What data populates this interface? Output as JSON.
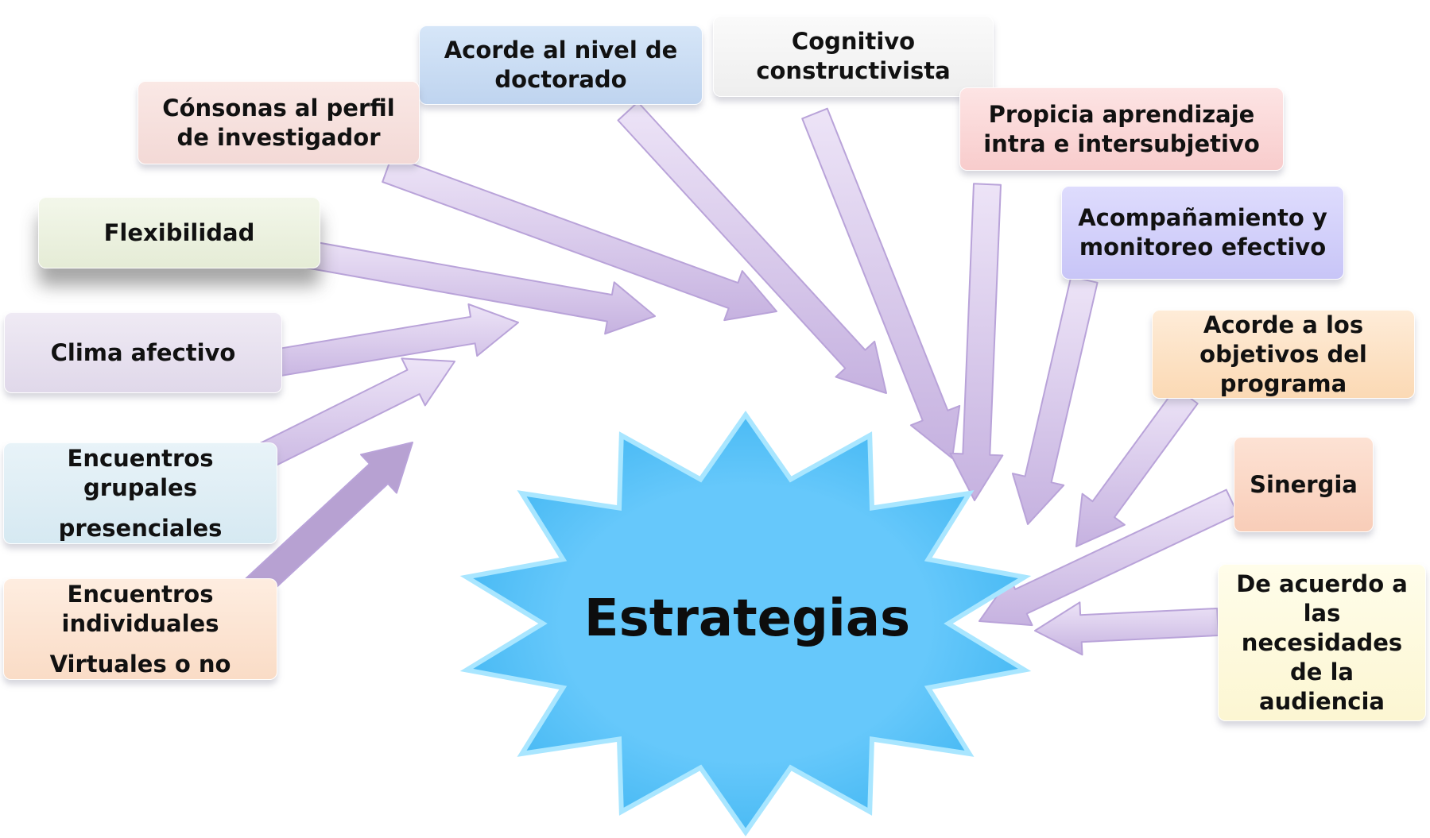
{
  "center": {
    "label": "Estrategias"
  },
  "nodes": [
    {
      "id": "acorde-nivel-doctorado",
      "lines": [
        "Acorde al nivel de",
        "doctorado"
      ]
    },
    {
      "id": "cognitivo-constructivista",
      "lines": [
        "Cognitivo",
        "constructivista"
      ]
    },
    {
      "id": "consonas-perfil-investigador",
      "lines": [
        "Cónsonas al perfil",
        "de investigador"
      ]
    },
    {
      "id": "propicia-aprendizaje",
      "lines": [
        "Propicia aprendizaje",
        "intra e intersubjetivo"
      ]
    },
    {
      "id": "flexibilidad",
      "lines": [
        "Flexibilidad"
      ]
    },
    {
      "id": "acompanamiento-monitoreo",
      "lines": [
        "Acompañamiento y",
        "monitoreo efectivo"
      ]
    },
    {
      "id": "clima-afectivo",
      "lines": [
        "Clima afectivo"
      ]
    },
    {
      "id": "acorde-objetivos-programa",
      "lines": [
        "Acorde a los",
        "objetivos del",
        "programa"
      ]
    },
    {
      "id": "encuentros-grupales",
      "lines": [
        "Encuentros",
        "grupales",
        "presenciales"
      ]
    },
    {
      "id": "sinergia",
      "lines": [
        "Sinergia"
      ]
    },
    {
      "id": "encuentros-individuales",
      "lines": [
        "Encuentros",
        "individuales",
        "Virtuales o no"
      ]
    },
    {
      "id": "necesidades-audiencia",
      "lines": [
        "De acuerdo a",
        "las",
        "necesidades",
        "de la",
        "audiencia"
      ]
    }
  ],
  "colors": {
    "star": "#66c8fb",
    "star_edge": "#a9e6ff",
    "arrow": "#d8c9ec",
    "arrow_edge": "#b9a3d9",
    "arrow_dark": "#b7a1d2",
    "box_acorde_nivel": "#c8dcf4",
    "box_cognitivo": "#f4f4f4",
    "box_consonas": "#f7e1de",
    "box_propicia": "#fbd9d9",
    "box_flexibilidad": "#eef3e2",
    "box_acompanamiento": "#d4d2fb",
    "box_clima": "#e8e2ef",
    "box_objetivos": "#fde3c6",
    "box_grupales": "#dfeef5",
    "box_sinergia": "#fbd8c7",
    "box_individuales": "#fce5d4",
    "box_audiencia": "#fefbe1"
  }
}
